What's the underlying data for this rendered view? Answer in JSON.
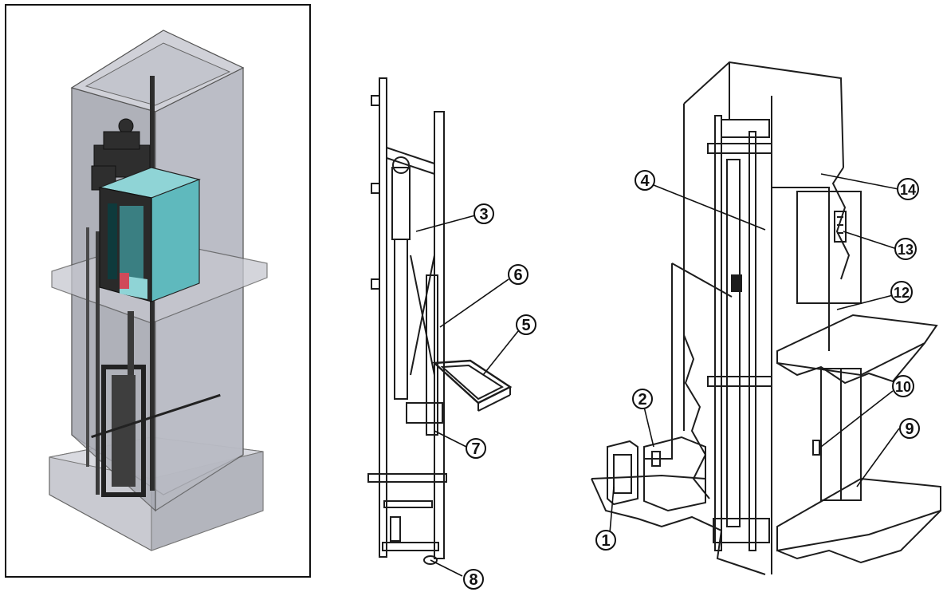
{
  "panels": {
    "left": {
      "kind": "3d-render-elevator-shaft"
    },
    "middle": {
      "kind": "line-drawing-hydraulic-frame"
    },
    "right": {
      "kind": "line-drawing-hydraulic-elevator-installation"
    }
  },
  "callouts": {
    "c1": "1",
    "c2": "2",
    "c3": "3",
    "c4": "4",
    "c5": "5",
    "c6": "6",
    "c7": "7",
    "c8": "8",
    "c9": "9",
    "c10": "10",
    "c12": "12",
    "c13": "13",
    "c14": "14"
  },
  "colors": {
    "cabin": "#5fb9bd",
    "shaft_glass": "#b7b9c2",
    "line": "#111111",
    "frame": "#3a3a3a"
  }
}
